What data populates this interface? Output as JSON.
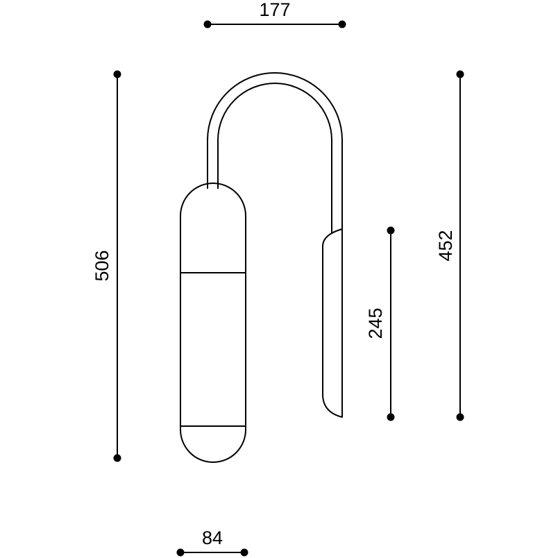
{
  "dimensions": {
    "top_width": "177",
    "overall_height": "506",
    "bracket_height": "452",
    "back_plate_height": "245",
    "bottom_width": "84"
  }
}
